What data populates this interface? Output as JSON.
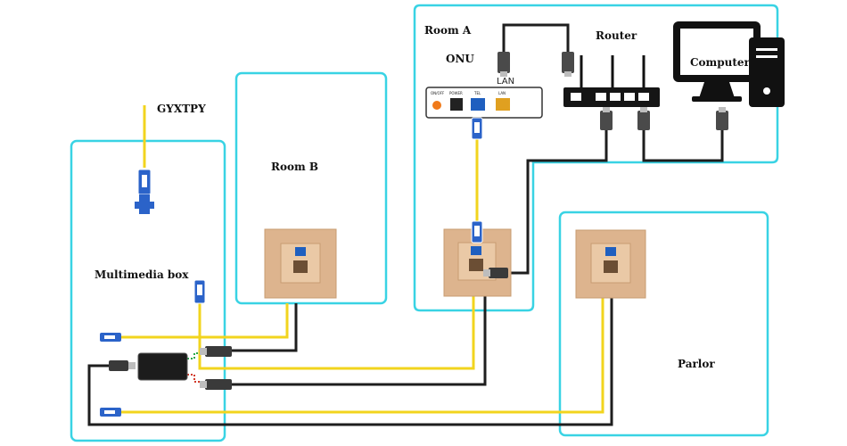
{
  "labels": {
    "gyxtpy": "GYXTPY",
    "multimedia_box": "Multimedia box",
    "room_b": "Room B",
    "room_a": "Room A",
    "onu": "ONU",
    "lan": "LAN",
    "router": "Router",
    "computer": "Computer",
    "parlor": "Parlor"
  },
  "onu_ports": {
    "onoff": "ON/OFF",
    "power": "POWER",
    "tel": "TEL",
    "lan": "LAN"
  },
  "colors": {
    "room_border": "#39d3e4",
    "fiber": "#f2d41e",
    "ethernet": "#1e1e1e",
    "wall_plate": "#ddb48e",
    "connector_blue": "#1f5fbf"
  }
}
